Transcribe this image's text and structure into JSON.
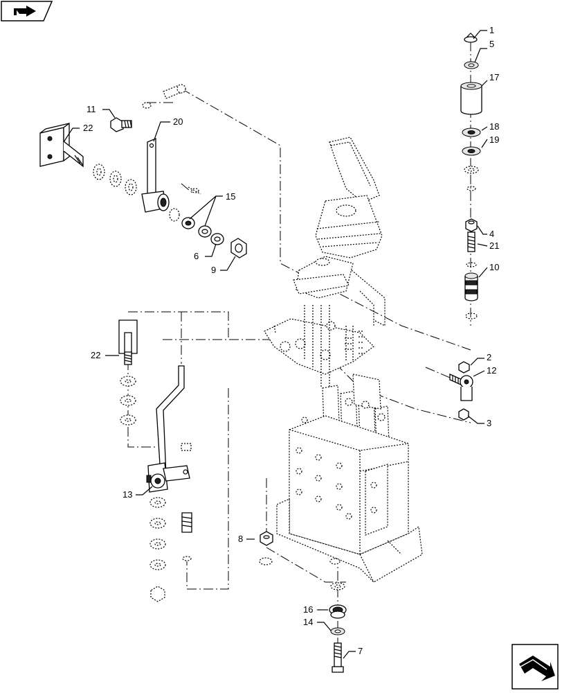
{
  "callouts": {
    "c1": "1",
    "c5": "5",
    "c17": "17",
    "c18": "18",
    "c19": "19",
    "c4": "4",
    "c21": "21",
    "c10": "10",
    "c2": "2",
    "c12": "12",
    "c3": "3",
    "c11": "11",
    "c22a": "22",
    "c20": "20",
    "c15": "15",
    "c6": "6",
    "c9": "9",
    "c22b": "22",
    "c13": "13",
    "c8": "8",
    "c16": "16",
    "c14": "14",
    "c7": "7"
  },
  "icons": {
    "top_left": "page-navigation-arrow-icon",
    "bottom_right": "next-page-arrow-icon"
  }
}
